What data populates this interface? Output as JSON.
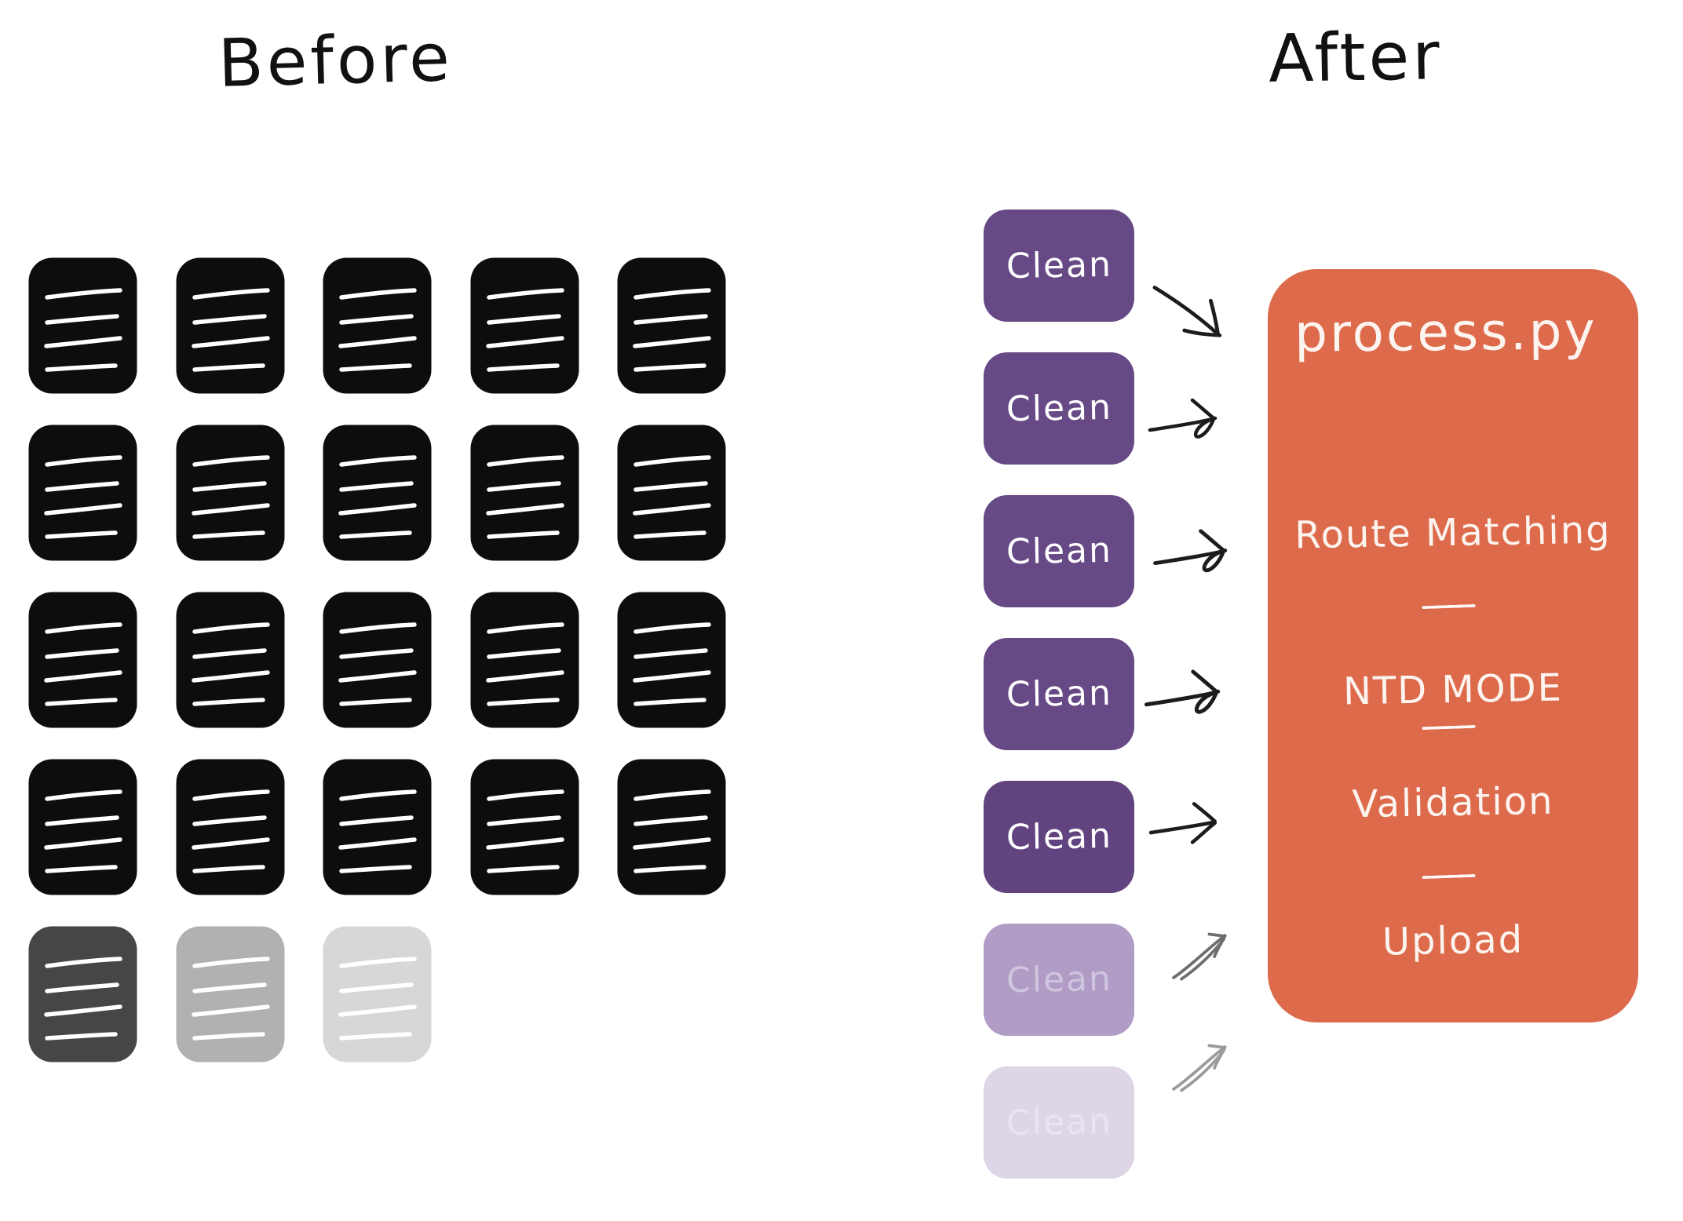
{
  "before": {
    "title": "Before",
    "doc_line_color": "#ffffff",
    "doc_rows": [
      [
        "#0d0d0d",
        "#0d0d0d",
        "#0d0d0d",
        "#0d0d0d",
        "#0d0d0d"
      ],
      [
        "#0d0d0d",
        "#0d0d0d",
        "#0d0d0d",
        "#0d0d0d",
        "#0d0d0d"
      ],
      [
        "#0d0d0d",
        "#0d0d0d",
        "#0d0d0d",
        "#0d0d0d",
        "#0d0d0d"
      ],
      [
        "#0d0d0d",
        "#0d0d0d",
        "#0d0d0d",
        "#0d0d0d",
        "#0d0d0d"
      ],
      [
        "#464646",
        "#b1b1b1",
        "#d7d7d7"
      ]
    ]
  },
  "after": {
    "title": "After",
    "clean_boxes": [
      {
        "label": "Clean",
        "bg": "#674985",
        "text_color": "#ffffff",
        "arrow_type": "down-right",
        "arrow_color": "#1c1c1c"
      },
      {
        "label": "Clean",
        "bg": "#674985",
        "text_color": "#ffffff",
        "arrow_type": "right-loop",
        "arrow_color": "#1c1c1c"
      },
      {
        "label": "Clean",
        "bg": "#674985",
        "text_color": "#ffffff",
        "arrow_type": "right-loop",
        "arrow_color": "#1c1c1c"
      },
      {
        "label": "Clean",
        "bg": "#674985",
        "text_color": "#ffffff",
        "arrow_type": "right-loop",
        "arrow_color": "#1c1c1c"
      },
      {
        "label": "Clean",
        "bg": "#61437f",
        "text_color": "#ffffff",
        "arrow_type": "right-v",
        "arrow_color": "#1c1c1c"
      },
      {
        "label": "Clean",
        "bg": "#b09cc5",
        "text_color": "#cfc5de",
        "arrow_type": "up-right",
        "arrow_color": "#6e6e6e"
      },
      {
        "label": "Clean",
        "bg": "#ded5e6",
        "text_color": "#eae4f1",
        "arrow_type": "up-right",
        "arrow_color": "#9b9b9b"
      }
    ],
    "process_box": {
      "bg": "#dd6a4b",
      "text_color": "#fdf4ef",
      "title": "process.py",
      "steps": [
        "Route Matching",
        "NTD MODE",
        "Validation",
        "Upload"
      ]
    }
  }
}
